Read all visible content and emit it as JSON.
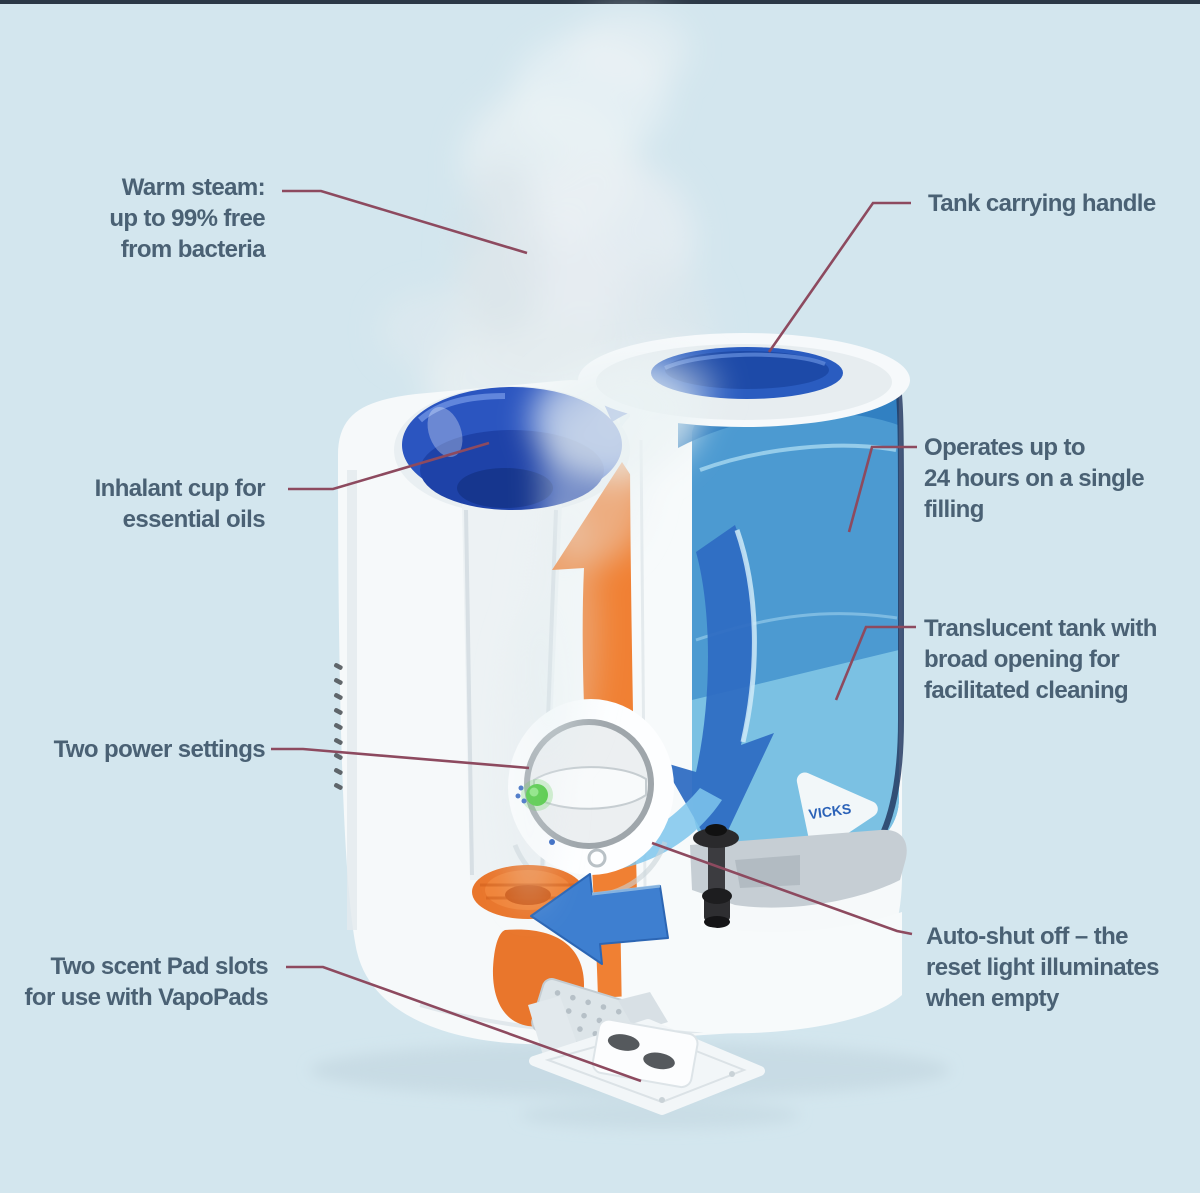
{
  "labels": {
    "warm_steam": "Warm steam:\nup to 99% free\nfrom bacteria",
    "tank_carrying_handle": "Tank carrying handle",
    "inhalant_cup": "Inhalant cup for\nessential oils",
    "operates": "Operates up to\n24 hours on a single\nfilling",
    "translucent_tank": "Translucent tank with\nbroad opening for\nfacilitated cleaning",
    "two_power_settings": "Two power settings",
    "auto_shut_off": "Auto-shut off – the\nreset light illuminates\nwhen empty",
    "scent_pad_slots": "Two scent Pad slots\nfor use with VapoPads"
  },
  "product": {
    "brand": "VICKS"
  },
  "colors": {
    "background": "#d3e6ee",
    "label_text": "#4a6174",
    "leader_line": "#8d4a5f",
    "accent_orange": "#f08033",
    "tank_blue": "#4596cf",
    "inhalant_cup_blue": "#2b55c0",
    "indicator_green": "#3fc62e",
    "steam_white": "#ecf2f5"
  }
}
